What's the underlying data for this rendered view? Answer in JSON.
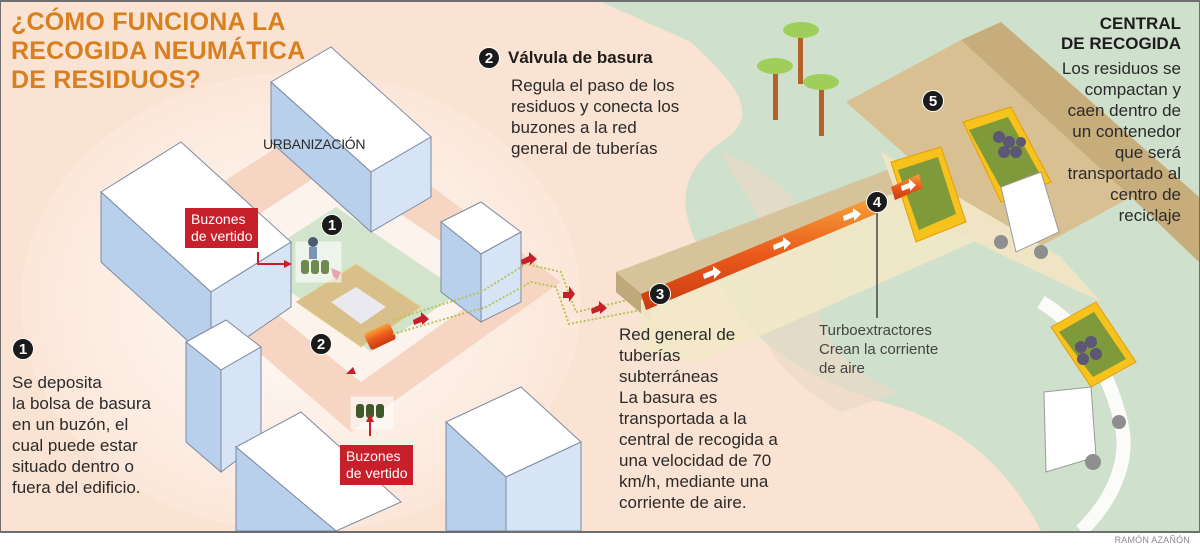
{
  "title": {
    "lines": [
      "¿CÓMO FUNCIONA LA",
      "RECOGIDA NEUMÁTICA",
      "DE RESIDUOS?"
    ]
  },
  "labels": {
    "urbanizacion": "URBANIZACIÓN",
    "buzones_top": [
      "Buzones",
      "de vertido"
    ],
    "buzones_bottom": [
      "Buzones",
      "de vertido"
    ]
  },
  "steps": [
    {
      "number": "1",
      "text_lines": [
        "Se deposita",
        "la bolsa de basura",
        "en un buzón, el",
        "cual puede estar",
        "situado dentro o",
        "fuera del edificio."
      ]
    },
    {
      "number": "2",
      "heading": "Válvula de basura",
      "text_lines": [
        "Regula el paso de los",
        "residuos y conecta los",
        "buzones a la red",
        "general de tuberías"
      ]
    },
    {
      "number": "3",
      "text_lines": [
        "Red general de",
        "tuberías",
        "subterráneas",
        "La basura es",
        "transportada a la",
        "central de recogida a",
        "una velocidad de 70",
        "km/h, mediante una",
        "corriente de aire."
      ]
    },
    {
      "number": "4",
      "text_lines": [
        "Turboextractores",
        "Crean la corriente",
        "de aire"
      ]
    },
    {
      "number": "5",
      "heading_lines": [
        "CENTRAL",
        "DE RECOGIDA"
      ],
      "text_lines": [
        "Los residuos se",
        "compactan y",
        "caen dentro de",
        "un contenedor",
        "que será",
        "transportado al",
        "centro de",
        "reciclaje"
      ]
    }
  ],
  "credit": "RAMÓN AZAÑÓN",
  "colors": {
    "title_orange": "#d8801f",
    "label_red": "#c8202a",
    "background_peach": "#fbe3d3",
    "ground_green": "#cfe0cc",
    "building_blue": "#b9d0ec",
    "pipe_orange": "#e8541a",
    "container_yellow": "#f7c21b",
    "badge_black": "#1b1b1b"
  }
}
